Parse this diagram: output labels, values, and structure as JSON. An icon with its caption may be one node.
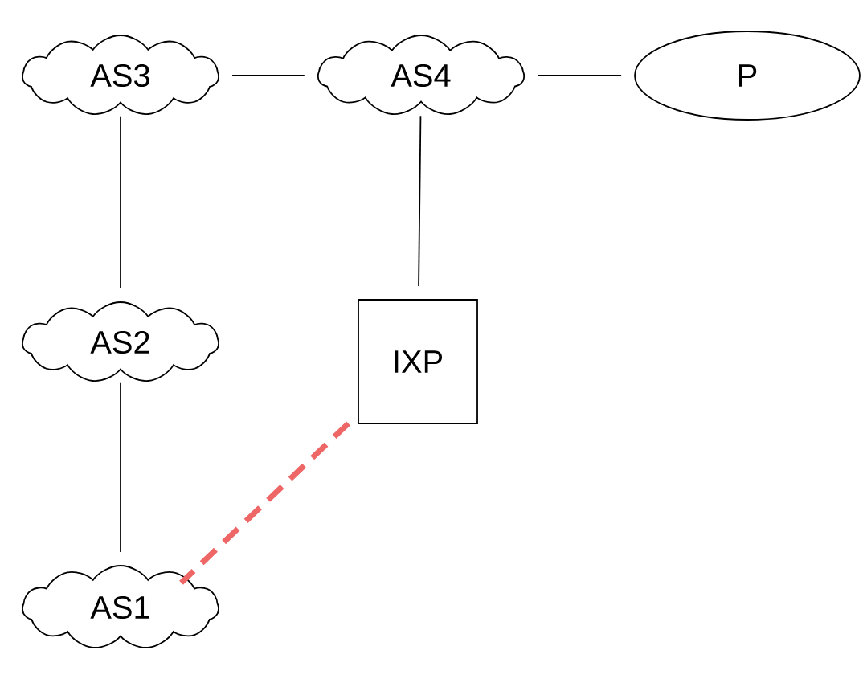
{
  "diagram": {
    "nodes": [
      {
        "text": [
          "AS3"
        ]
      },
      {
        "text": [
          "AS4"
        ]
      },
      {
        "text": [
          "P"
        ]
      },
      {
        "text": [
          "AS2"
        ]
      },
      {
        "text": [
          "IXP"
        ]
      },
      {
        "text": [
          "AS1"
        ]
      }
    ],
    "edges": [
      {
        "from": 0,
        "to": 1,
        "arrow": "none"
      },
      {
        "from": 1,
        "to": 2,
        "arrow": "none"
      },
      {
        "from": 0,
        "to": 3,
        "arrow": "none"
      },
      {
        "from": 1,
        "to": 4,
        "arrow": "none"
      },
      {
        "from": 3,
        "to": 5,
        "arrow": "none"
      },
      {
        "from": 4,
        "to": 5,
        "arrow": "none",
        "style": "dashed",
        "color": "#ee6666"
      }
    ]
  }
}
